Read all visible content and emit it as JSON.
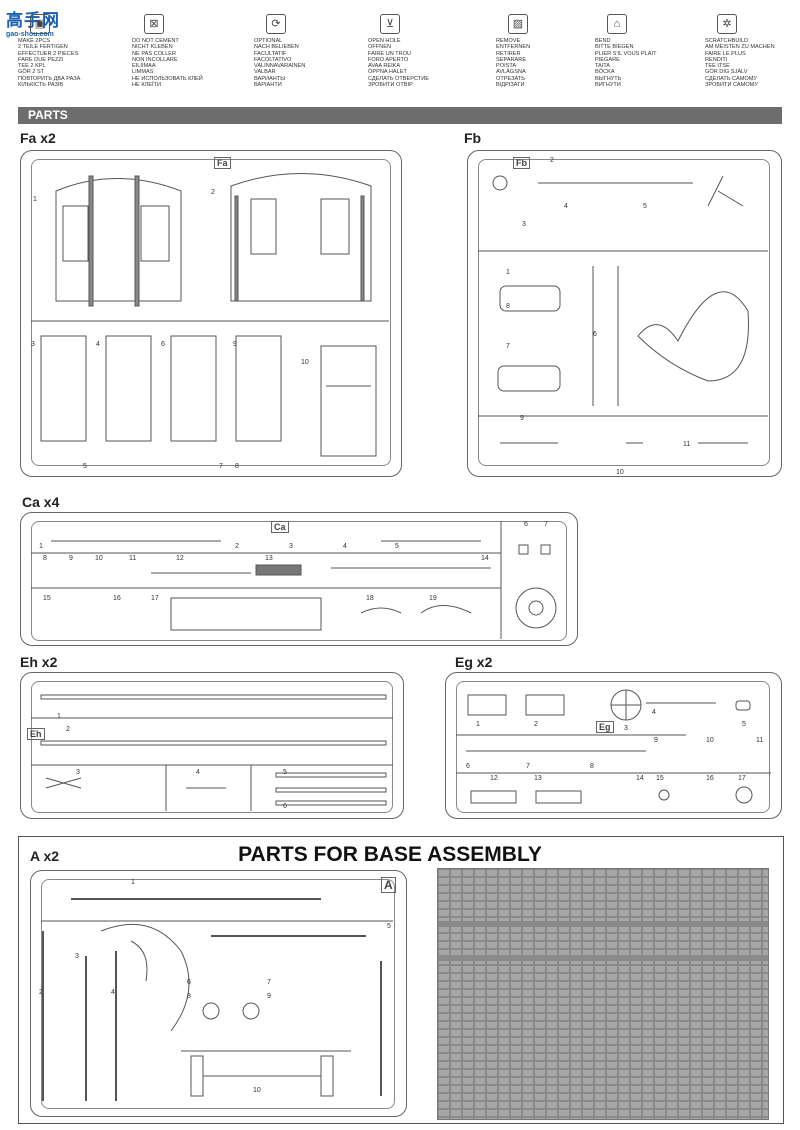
{
  "logo": {
    "chinese": "高手网",
    "url": "gao-shou.com"
  },
  "legend": [
    {
      "icon": "make-two-icon",
      "glyph": "▣",
      "lines": [
        "MAKE 2pcs",
        "2 TEILE FERTIGEN",
        "EFFECTUER 2 PIECES",
        "FARE DUE PEZZI",
        "TEE 2 KPL",
        "GÖR 2 ST",
        "ПОВТОРИТЬ ДВА РАЗА",
        "КІЛЬКІСТЬ РАЗІВ"
      ]
    },
    {
      "icon": "do-not-cement-icon",
      "glyph": "⊠",
      "lines": [
        "DO NOT CEMENT",
        "NICHT KLEBEN",
        "NE PAS COLLER",
        "NON INCOLLARE",
        "EILIIMAA",
        "LIMMAS",
        "НЕ ИСПОЛЬЗОВАТЬ КЛЕЙ",
        "НЕ КЛЕЇТИ"
      ]
    },
    {
      "icon": "optional-icon",
      "glyph": "⟳",
      "lines": [
        "OPTIONAL",
        "NACH BELIEBEN",
        "FACULTATIF",
        "FACOLTATIVO",
        "VALINNAVARAINEN",
        "VALBAR",
        "ВАРИАНТЫ",
        "ВАРІАНТИ"
      ]
    },
    {
      "icon": "open-hole-icon",
      "glyph": "⊻",
      "lines": [
        "OPEN  HOLE",
        "OFFNEN",
        "FAIRE UN TROU",
        "FORO APERTO",
        "AVAA REIKA",
        "ÖPPNA HALET",
        "СДЕЛАТЬ ОТВЕРСТИЕ",
        "ЗРОБИТИ ОТВІР"
      ]
    },
    {
      "icon": "remove-icon",
      "glyph": "▨",
      "lines": [
        "REMOVE",
        "ENTFERNEN",
        "RETIRER",
        "SEPARARE",
        "POISTA",
        "AVLÄGSNA",
        "ОТРЕЗАТЬ",
        "ВІДРІЗАТИ"
      ]
    },
    {
      "icon": "bend-icon",
      "glyph": "⌂",
      "lines": [
        "BEND",
        "BITTE BIEGEN",
        "PLIER S'IL VOUS PLAIT",
        "PIEGARE",
        "TAITA",
        "BÖCKA",
        "ВЫГНУТЬ",
        "ВИГНУТИ"
      ]
    },
    {
      "icon": "scratchbuild-icon",
      "glyph": "✲",
      "lines": [
        "SCRATCHBUILD",
        "AM MEISTEN ZU MACHEN",
        "FAIRE LE PLUS",
        "RENDITI",
        "TEE ITSE",
        "GÖR DIG SJÄLV",
        "СДЕЛАТЬ САМОМУ",
        "ЗРОБИТИ САМОМУ"
      ]
    }
  ],
  "parts_header": "PARTS",
  "sprues": {
    "fa": {
      "title": "Fa x2",
      "tag": "Fa",
      "nums": [
        "1",
        "2",
        "3",
        "4",
        "5",
        "6",
        "7",
        "8",
        "9",
        "10"
      ]
    },
    "fb": {
      "title": "Fb",
      "tag": "Fb",
      "nums": [
        "1",
        "2",
        "3",
        "4",
        "5",
        "6",
        "7",
        "8",
        "9",
        "10",
        "11"
      ]
    },
    "ca": {
      "title": "Ca x4",
      "tag": "Ca",
      "nums": [
        "1",
        "2",
        "3",
        "4",
        "5",
        "6",
        "7",
        "8",
        "9",
        "10",
        "11",
        "12",
        "13",
        "14",
        "15",
        "16",
        "17",
        "18",
        "19"
      ]
    },
    "eh": {
      "title": "Eh x2",
      "tag": "Eh",
      "nums": [
        "1",
        "2",
        "3",
        "4",
        "5",
        "6"
      ]
    },
    "eg": {
      "title": "Eg x2",
      "tag": "Eg",
      "nums": [
        "1",
        "2",
        "3",
        "4",
        "5",
        "6",
        "7",
        "8",
        "9",
        "10",
        "11",
        "12",
        "13",
        "14",
        "15",
        "16",
        "17"
      ]
    },
    "a": {
      "title": "A x2",
      "tag": "A",
      "nums": [
        "1",
        "2",
        "3",
        "4",
        "5",
        "6",
        "7",
        "8",
        "9",
        "10"
      ]
    }
  },
  "base_title": "PARTS FOR BASE ASSEMBLY"
}
